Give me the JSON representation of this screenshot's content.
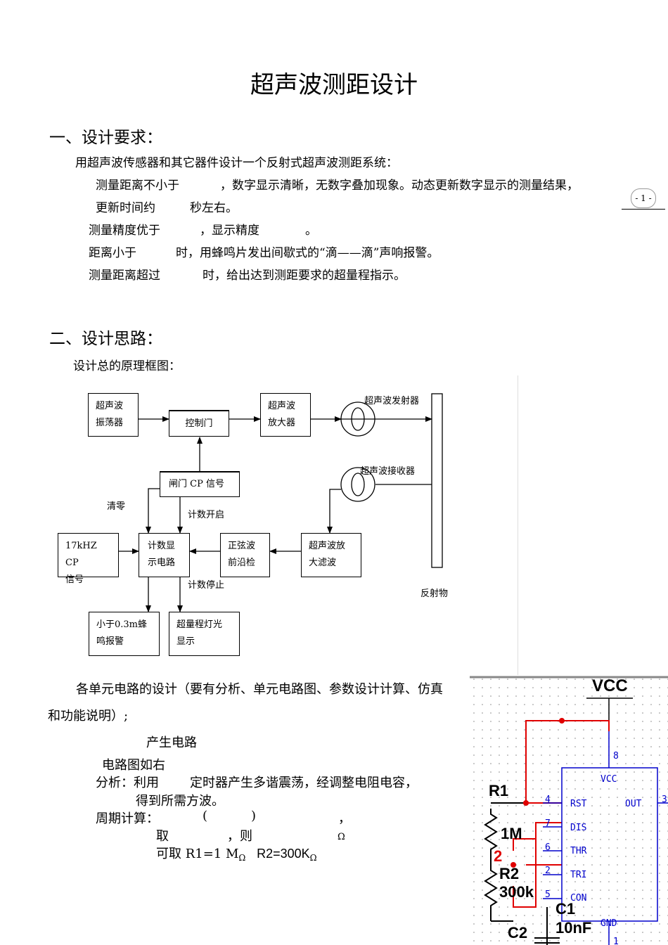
{
  "title": "超声波测距设计",
  "page_num": "- 1 -",
  "section1": {
    "heading": "一、设计要求：",
    "intro": "用超声波传感器和其它器件设计一个反射式超声波测距系统：",
    "req1_a": "测量距离不小于",
    "req1_b": "，数字显示清晰，无数字叠加现象。动态更新数字显示的测量结果，",
    "req1_c": "更新时间约",
    "req1_d": "秒左右。",
    "req2_a": "测量精度优于",
    "req2_b": "，显示精度",
    "req2_c": "。",
    "req3_a": "距离小于",
    "req3_b": "时，用蜂鸣片发出间歇式的“滴——滴”声响报警。",
    "req4_a": "测量距离超过",
    "req4_b": "时，给出达到测距要求的超量程指示。"
  },
  "section2": {
    "heading": "二、设计思路：",
    "diagram_caption": "设计总的原理框图：",
    "blocks": {
      "osc": [
        "超声波",
        "振荡器"
      ],
      "gate": "控制门",
      "amp": [
        "超声波",
        "放大器"
      ],
      "cp": "闸门 CP 信号",
      "clk": [
        "17kHZ CP",
        "信号"
      ],
      "counter": [
        "计数显",
        "示电路"
      ],
      "sine": [
        "正弦波",
        "前沿检"
      ],
      "filter": [
        "超声波放",
        "大滤波"
      ],
      "alarm": [
        "小于0.3m蜂",
        "鸣报警"
      ],
      "over": [
        "超量程灯光",
        "显示"
      ]
    },
    "labels": {
      "transmitter": "超声波发射器",
      "receiver": "超声波接收器",
      "clear": "清零",
      "count_start": "计数开启",
      "count_stop": "计数停止",
      "reflector": "反射物"
    },
    "unit_text_1": "各单元电路的设计（要有分析、单元电路图、参数设计计算、仿真",
    "unit_text_2": "和功能说明）;",
    "gen_title": "产生电路",
    "circuit_fig": "电路图如右",
    "analysis_a": "分析：利用",
    "analysis_b": "定时器产生多谐震荡，经调整电阻电容，",
    "analysis_c": "得到所需方波。",
    "period_a": "周期计算：",
    "period_b": "(",
    "period_c": ")",
    "period_d": "，",
    "take_a": "取",
    "take_b": "，则",
    "omega": "Ω",
    "choose": "可取 R1=1 M",
    "choose_omega": "Ω",
    "choose_r2": "R2=300K",
    "choose_omega2": "Ω"
  },
  "circuit": {
    "vcc": "VCC",
    "r1": "R1",
    "r1_val": "1M",
    "r2": "R2",
    "r2_val": "300k",
    "c1": "C1",
    "c1_val": "10nF",
    "c2": "C2",
    "node2": "2",
    "pins": {
      "p8": "8",
      "p4": "4",
      "p7": "7",
      "p6": "6",
      "p2": "2",
      "p5": "5",
      "p1": "1",
      "p3": "3"
    },
    "ic": {
      "vcc": "VCC",
      "rst": "RST",
      "out": "OUT",
      "dis": "DIS",
      "thr": "THR",
      "tri": "TRI",
      "con": "CON",
      "gnd": "GND"
    }
  }
}
